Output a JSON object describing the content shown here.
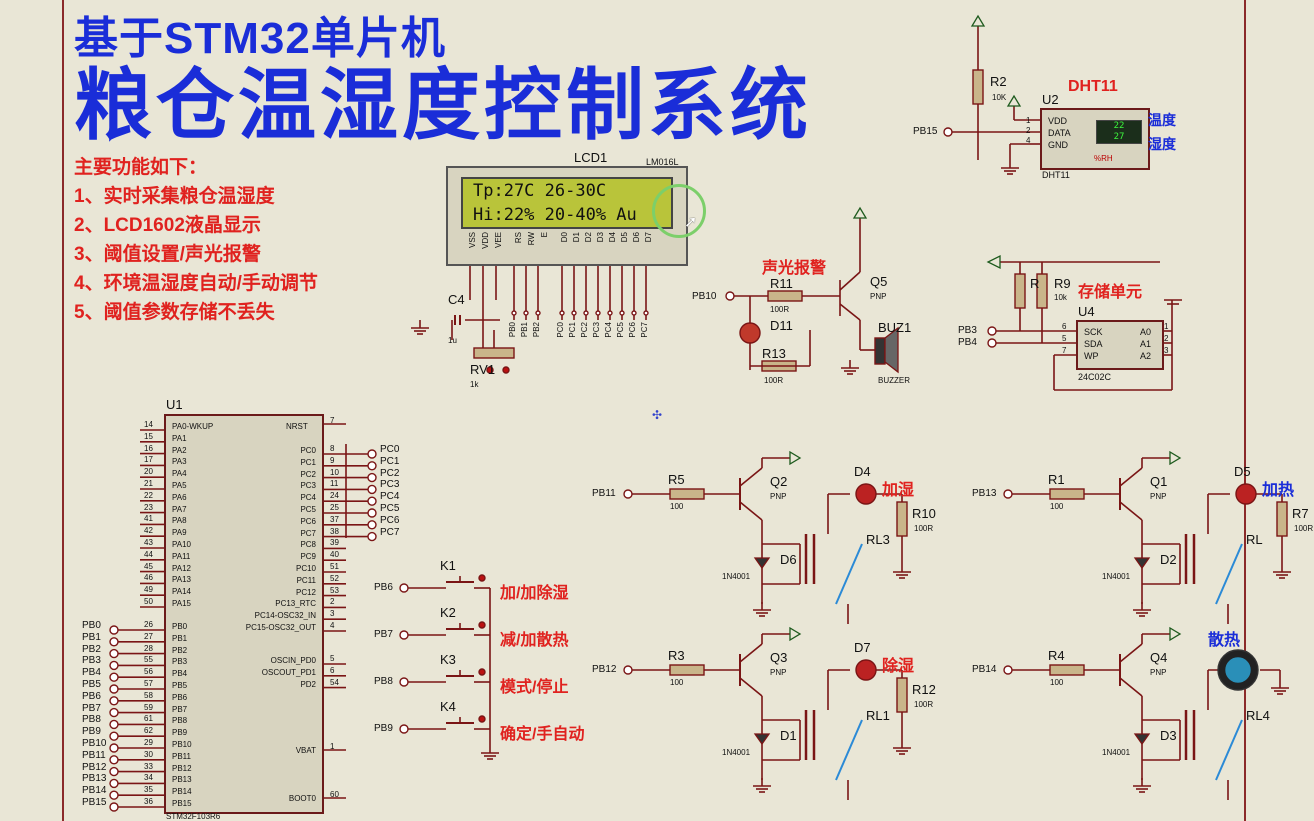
{
  "title": {
    "line1": "基于STM32单片机",
    "line2": "粮仓温湿度控制系统"
  },
  "features": {
    "heading": "主要功能如下：",
    "items": [
      "1、实时采集粮仓温湿度",
      "2、LCD1602液晶显示",
      "3、阈值设置/声光报警",
      "4、环境温湿度自动/手动调节",
      "5、阈值参数存储不丢失"
    ]
  },
  "lcd": {
    "ref": "LCD1",
    "part": "LM016L",
    "line1": "Tp:27C 26-30C",
    "line2": "Hi:22% 20-40% Au",
    "pins": [
      "VSS",
      "VDD",
      "VEE",
      "RS",
      "RW",
      "E",
      "D0",
      "D1",
      "D2",
      "D3",
      "D4",
      "D5",
      "D6",
      "D7"
    ],
    "ports": [
      "PB0",
      "PB1",
      "PB2",
      "PC0",
      "PC1",
      "PC2",
      "PC3",
      "PC4",
      "PC5",
      "PC6",
      "PC7"
    ]
  },
  "c4": {
    "ref": "C4",
    "value": "1u"
  },
  "rv1": {
    "ref": "RV1",
    "value": "1k"
  },
  "dht": {
    "label": "DHT11",
    "ref": "U2",
    "part": "DHT11",
    "pins": [
      "VDD",
      "DATA",
      "GND"
    ],
    "pin_nums": [
      "1",
      "2",
      "4"
    ],
    "temp": "22",
    "hum": "27",
    "unit": "%RH",
    "temp_label": "温度",
    "hum_label": "湿度",
    "port": "PB15"
  },
  "r2": {
    "ref": "R2",
    "value": "10K"
  },
  "alarm": {
    "label": "声光报警",
    "port": "PB10",
    "r11": "R11",
    "r11v": "100R",
    "d11": "D11",
    "r13": "R13",
    "r13v": "100R",
    "q5": "Q5",
    "q5t": "PNP",
    "buz": "BUZ1",
    "buzt": "BUZZER"
  },
  "storage": {
    "label": "存储单元",
    "r9": "R9",
    "r9v": "10k",
    "r8": "R",
    "u4": "U4",
    "part": "24C02C",
    "pins": [
      "SCK",
      "SDA",
      "WP"
    ],
    "pins_r": [
      "A0",
      "A1",
      "A2"
    ],
    "nums_l": [
      "6",
      "5",
      "7"
    ],
    "nums_r": [
      "1",
      "2",
      "3"
    ],
    "ports": [
      "PB3",
      "PB4"
    ]
  },
  "mcu": {
    "ref": "U1",
    "part": "STM32F103R6",
    "left_pins": [
      "PA0-WKUP",
      "PA1",
      "PA2",
      "PA3",
      "PA4",
      "PA5",
      "PA6",
      "PA7",
      "PA8",
      "PA9",
      "PA10",
      "PA11",
      "PA12",
      "PA13",
      "PA14",
      "PA15"
    ],
    "left_nums": [
      "14",
      "15",
      "16",
      "17",
      "20",
      "21",
      "22",
      "23",
      "41",
      "42",
      "43",
      "44",
      "45",
      "46",
      "49",
      "50"
    ],
    "pb_pins": [
      "PB0",
      "PB1",
      "PB2",
      "PB3",
      "PB4",
      "PB5",
      "PB6",
      "PB7",
      "PB8",
      "PB9",
      "PB10",
      "PB11",
      "PB12",
      "PB13",
      "PB14",
      "PB15"
    ],
    "pb_nums": [
      "26",
      "27",
      "28",
      "55",
      "56",
      "57",
      "58",
      "59",
      "61",
      "62",
      "29",
      "30",
      "33",
      "34",
      "35",
      "36"
    ],
    "right_top": [
      "NRST"
    ],
    "right_pins": [
      "PC0",
      "PC1",
      "PC2",
      "PC3",
      "PC4",
      "PC5",
      "PC6",
      "PC7",
      "PC8",
      "PC9",
      "PC10",
      "PC11",
      "PC12",
      "PC13_RTC",
      "PC14-OSC32_IN",
      "PC15-OSC32_OUT"
    ],
    "right_nums": [
      "8",
      "9",
      "10",
      "11",
      "24",
      "25",
      "37",
      "38",
      "39",
      "40",
      "51",
      "52",
      "53",
      "2",
      "3",
      "4"
    ],
    "right_low": [
      "OSCIN_PD0",
      "OSCOUT_PD1",
      "PD2"
    ],
    "right_low_nums": [
      "5",
      "6",
      "54"
    ],
    "vbat": "VBAT",
    "vbat_num": "1",
    "boot": "BOOT0",
    "boot_num": "60",
    "nrst_num": "7"
  },
  "keys": [
    {
      "ref": "K1",
      "port": "PB6",
      "label": "加/加除湿"
    },
    {
      "ref": "K2",
      "port": "PB7",
      "label": "减/加散热"
    },
    {
      "ref": "K3",
      "port": "PB8",
      "label": "模式/停止"
    },
    {
      "ref": "K4",
      "port": "PB9",
      "label": "确定/手自动"
    }
  ],
  "drivers": [
    {
      "port": "PB11",
      "r": "R5",
      "rv": "100",
      "q": "Q2",
      "qt": "PNP",
      "d": "D6",
      "diode": "1N4001",
      "led": "D4",
      "ledr": "R10",
      "ledrv": "100R",
      "rl": "RL3",
      "func": "加湿"
    },
    {
      "port": "PB13",
      "r": "R1",
      "rv": "100",
      "q": "Q1",
      "qt": "PNP",
      "d": "D2",
      "diode": "1N4001",
      "led": "D5",
      "ledr": "R7",
      "ledrv": "100R",
      "rl": "RL",
      "func": "加热"
    },
    {
      "port": "PB12",
      "r": "R3",
      "rv": "100",
      "q": "Q3",
      "qt": "PNP",
      "d": "D1",
      "diode": "1N4001",
      "led": "D7",
      "ledr": "R12",
      "ledrv": "100R",
      "rl": "RL1",
      "func": "除湿"
    },
    {
      "port": "PB14",
      "r": "R4",
      "rv": "100",
      "q": "Q4",
      "qt": "PNP",
      "d": "D3",
      "diode": "1N4001",
      "led": "",
      "ledr": "",
      "ledrv": "",
      "rl": "RL4",
      "func": "散热"
    }
  ],
  "colors": {
    "title": "#1a2dd8",
    "feature": "#e0221f",
    "wire": "#7a1515",
    "lcd_screen": "#b9c43a"
  }
}
